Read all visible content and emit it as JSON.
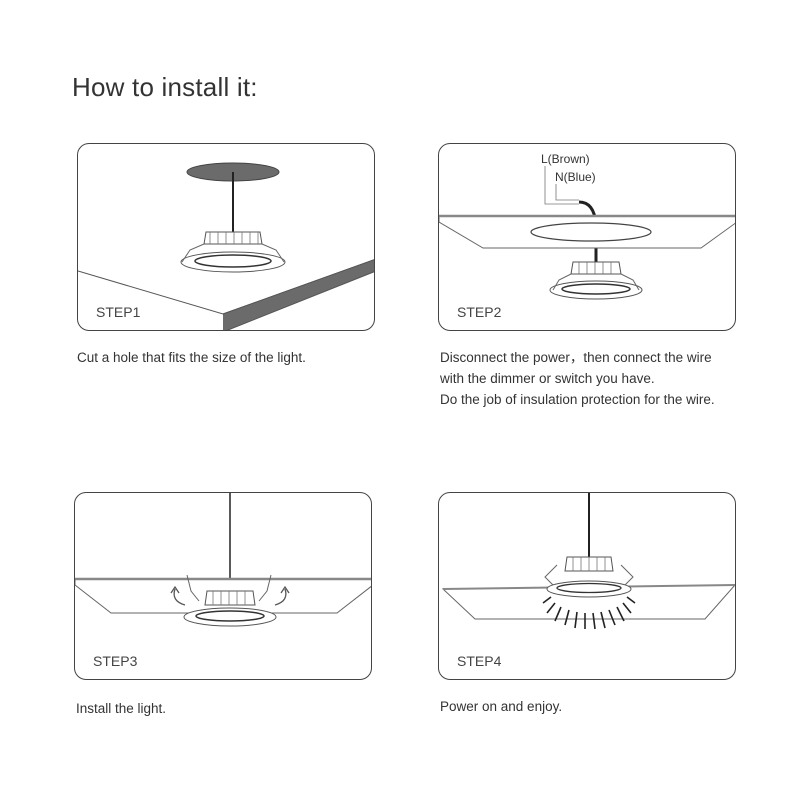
{
  "title": "How to install it:",
  "steps": [
    {
      "label": "STEP1",
      "caption": [
        "Cut a hole that fits the size of the light."
      ]
    },
    {
      "label": "STEP2",
      "caption": [
        "Disconnect the power，then connect the wire",
        "with the dimmer or switch you have.",
        "Do the job of insulation protection for the wire."
      ],
      "wire_labels": [
        "L(Brown)",
        "N(Blue)"
      ]
    },
    {
      "label": "STEP3",
      "caption": [
        "Install the light."
      ]
    },
    {
      "label": "STEP4",
      "caption": [
        "Power on and enjoy."
      ]
    }
  ],
  "colors": {
    "border": "#444444",
    "ceiling_edge": "#666666",
    "hole_fill": "#6b6b6b",
    "wire": "#222222"
  }
}
